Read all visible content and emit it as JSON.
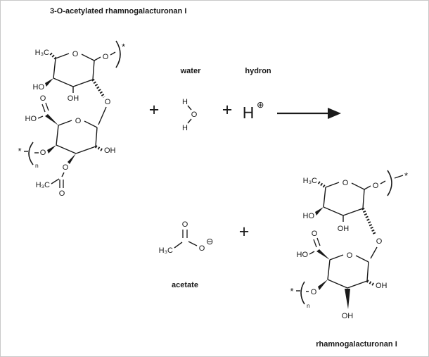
{
  "molecules": {
    "reactant": {
      "label": "3-O-acetylated rhamnogalacturonan I"
    },
    "water": {
      "label": "water"
    },
    "hydron": {
      "label": "hydron",
      "formula": "H",
      "charge": "⊕"
    },
    "acetate": {
      "label": "acetate",
      "charge": "⊖"
    },
    "product": {
      "label": "rhamnogalacturonan I"
    }
  },
  "atoms": {
    "methyl": "H₃C",
    "oxygen": "O",
    "ho": "HO",
    "oh": "OH",
    "hydrogen": "H"
  },
  "symbols": {
    "plus": "+",
    "asterisk": "*",
    "repeat_index": "n"
  },
  "colors": {
    "ink": "#1a1a1a",
    "background": "#ffffff",
    "border": "#c9c9c9"
  }
}
